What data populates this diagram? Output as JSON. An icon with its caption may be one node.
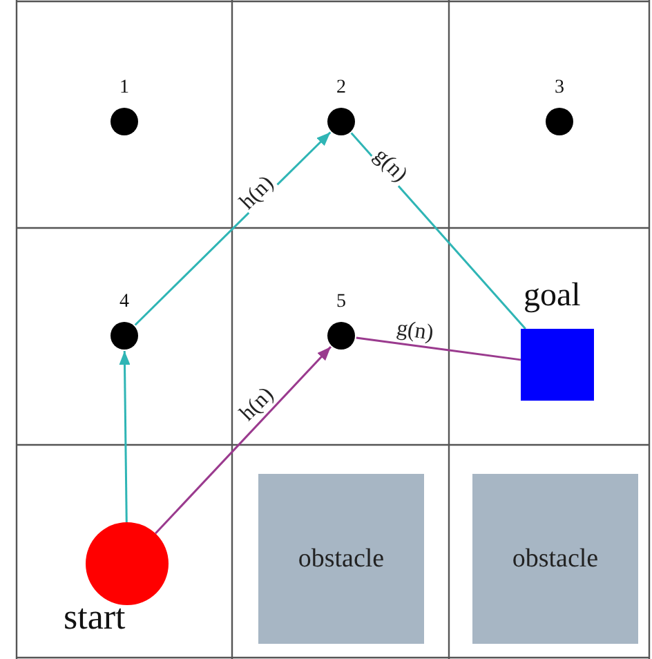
{
  "diagram": {
    "nodes": [
      {
        "text": [
          "1"
        ]
      },
      {
        "text": [
          "2"
        ]
      },
      {
        "text": [
          "3"
        ]
      },
      {
        "text": [
          "4"
        ]
      },
      {
        "text": [
          "5"
        ]
      },
      {
        "text": [
          "goal"
        ]
      },
      {
        "text": [
          "start"
        ]
      },
      {
        "text": [
          "obstacle"
        ]
      },
      {
        "text": [
          "obstacle"
        ]
      }
    ],
    "edges": [
      {
        "from": 6,
        "to": 3,
        "arrow": "to",
        "color": "#2fb5b5"
      },
      {
        "from": 3,
        "to": 1,
        "arrow": "to",
        "label": "h(n)",
        "color": "#2fb5b5"
      },
      {
        "from": 1,
        "to": 5,
        "arrow": "none",
        "label": "g(n)",
        "color": "#2fb5b5"
      },
      {
        "from": 6,
        "to": 4,
        "arrow": "to",
        "label": "h(n)",
        "color": "#9a3a8e"
      },
      {
        "from": 4,
        "to": 5,
        "arrow": "none",
        "label": "g(n)",
        "color": "#9a3a8e"
      }
    ]
  }
}
